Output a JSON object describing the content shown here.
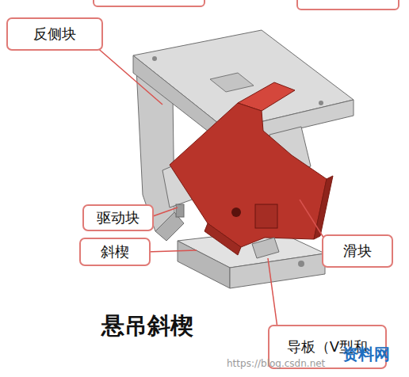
{
  "diagram": {
    "title": "悬吊斜楔",
    "nodes": [
      {
        "text": [
          "反侧块"
        ]
      },
      {
        "text": [
          "驱动块"
        ]
      },
      {
        "text": [
          "斜楔"
        ]
      },
      {
        "text": [
          "滑块"
        ]
      },
      {
        "text": [
          "导板（V型和"
        ]
      }
    ],
    "labels": [
      "https://blog.csdn.net",
      "资料网"
    ]
  }
}
